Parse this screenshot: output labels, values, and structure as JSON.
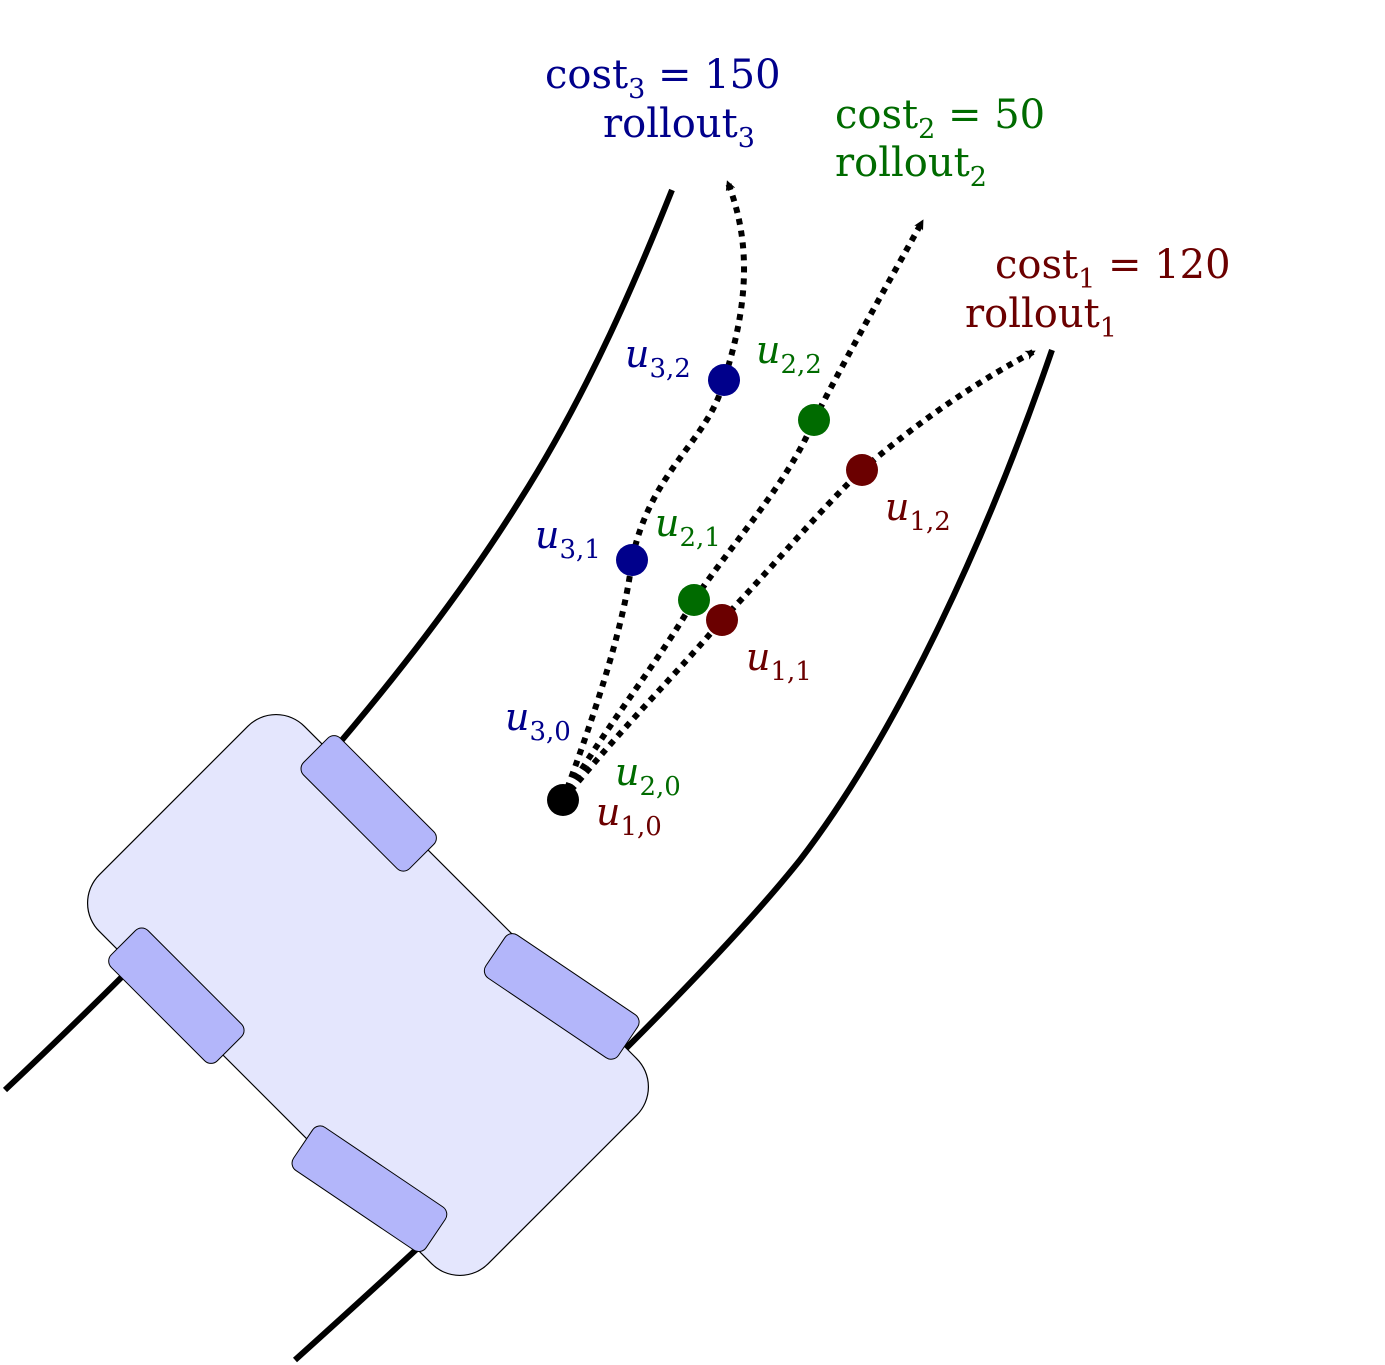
{
  "colors": {
    "rollout_1": "#6b0000",
    "rollout_2": "#006b00",
    "rollout_3": "#00008b",
    "road_edge": "#000000",
    "vehicle_body": "#e4e6fd",
    "vehicle_wheel": "#b3b6fa",
    "start_point": "#000000"
  },
  "rollouts": [
    {
      "id": "rollout_1",
      "cost_word": "cost",
      "cost_index": "1",
      "cost_equals": " = 120",
      "rollout_word": "rollout",
      "rollout_index": "1",
      "controls": [
        {
          "sym": "u",
          "sub": "1,0"
        },
        {
          "sym": "u",
          "sub": "1,1"
        },
        {
          "sym": "u",
          "sub": "1,2"
        }
      ]
    },
    {
      "id": "rollout_2",
      "cost_word": "cost",
      "cost_index": "2",
      "cost_equals": " = 50",
      "rollout_word": "rollout",
      "rollout_index": "2",
      "controls": [
        {
          "sym": "u",
          "sub": "2,0"
        },
        {
          "sym": "u",
          "sub": "2,1"
        },
        {
          "sym": "u",
          "sub": "2,2"
        }
      ]
    },
    {
      "id": "rollout_3",
      "cost_word": "cost",
      "cost_index": "3",
      "cost_equals": " = 150",
      "rollout_word": "rollout",
      "rollout_index": "3",
      "controls": [
        {
          "sym": "u",
          "sub": "3,0"
        },
        {
          "sym": "u",
          "sub": "3,1"
        },
        {
          "sym": "u",
          "sub": "3,2"
        }
      ]
    }
  ]
}
